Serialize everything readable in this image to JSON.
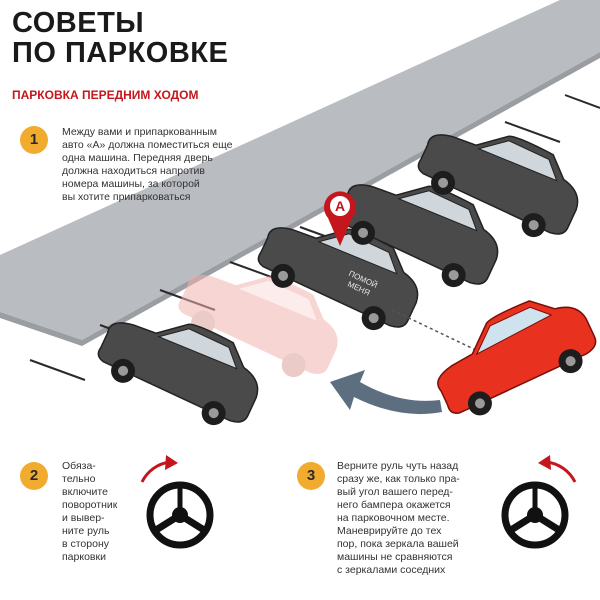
{
  "header": {
    "title_lines": [
      "СОВЕТЫ",
      "ПО ПАРКОВКЕ"
    ],
    "subtitle": "ПАРКОВКА ПЕРЕДНИМ ХОДОМ"
  },
  "marker": {
    "label": "A"
  },
  "plate_text": [
    "ПОМОЙ",
    "МЕНЯ"
  ],
  "steps": [
    {
      "number": "1",
      "lines": [
        "Между вами и припаркованным",
        "авто «А» должна поместиться еще",
        "одна машина. Передняя дверь",
        "должна находиться напротив",
        "номера машины, за которой",
        "вы хотите припарковаться"
      ]
    },
    {
      "number": "2",
      "lines": [
        "Обяза-",
        "тельно",
        "включите",
        "поворотник",
        "и вывер-",
        "ните руль",
        "в сторону",
        "парковки"
      ]
    },
    {
      "number": "3",
      "lines": [
        "Верните руль чуть назад",
        "сразу же, как только пра-",
        "вый угол вашего перед-",
        "него бампера окажется",
        "на парковочном месте.",
        "Маневрируйте до тех",
        "пор, пока зеркала вашей",
        "машины не сравняются",
        "с зеркалами соседних"
      ]
    }
  ],
  "colors": {
    "accent_red": "#c4161c",
    "badge_orange": "#f1ab2e",
    "car_dark": "#4a4a4a",
    "car_red": "#e8321f",
    "car_ghost": "#f2b3ae",
    "sidewalk": "#b9bcc0",
    "arrow_gray": "#5c6e80"
  },
  "icons": {
    "badge": "numbered-circle",
    "wheel": "steering-wheel-icon",
    "rotate": "rotation-arrow-icon",
    "pin": "map-pin-icon"
  }
}
